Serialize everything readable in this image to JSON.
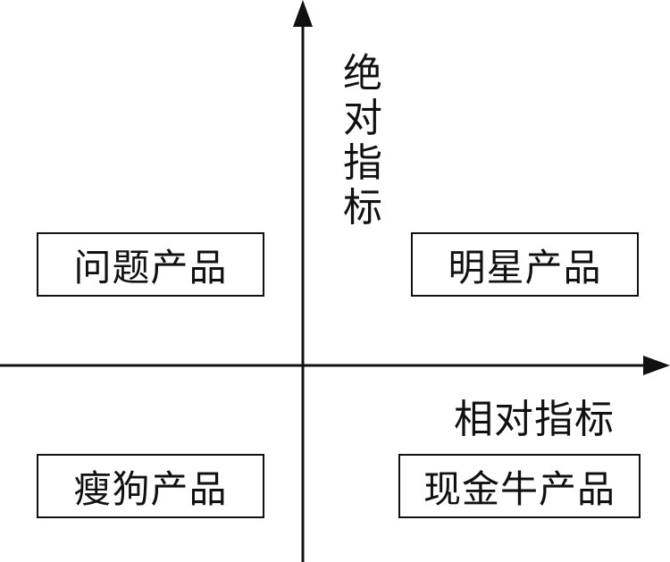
{
  "axes": {
    "vertical_label": [
      "绝",
      "对",
      "指",
      "标"
    ],
    "horizontal_label": "相对指标"
  },
  "quadrants": {
    "top_left": "问题产品",
    "top_right": "明星产品",
    "bottom_left": "瘦狗产品",
    "bottom_right": "现金牛产品"
  },
  "colors": {
    "line": "#111111",
    "background": "#ffffff"
  }
}
